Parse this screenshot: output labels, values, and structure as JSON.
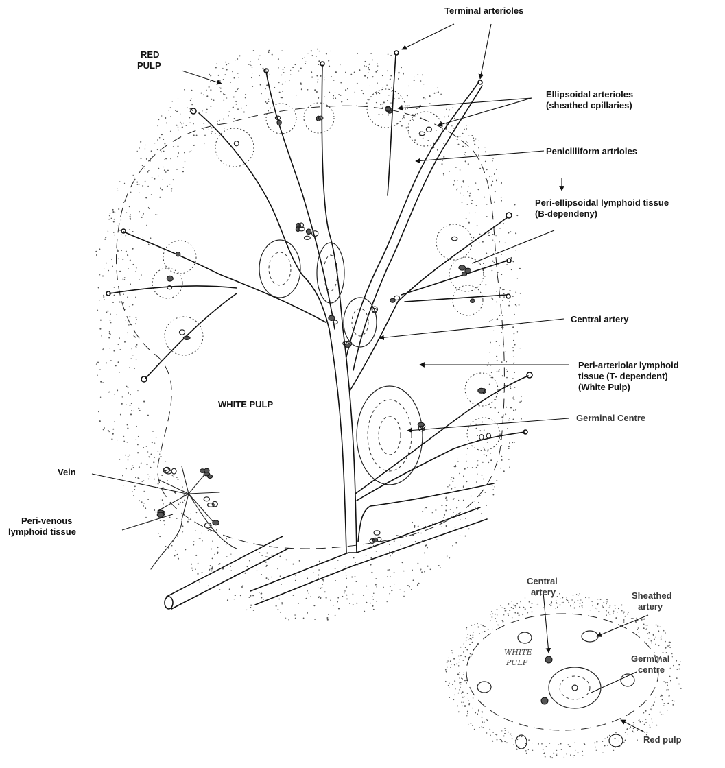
{
  "diagram": {
    "labels": {
      "terminal_arterioles": "Terminal arterioles",
      "red_pulp": [
        "RED",
        "PULP"
      ],
      "ellipsoidal_arterioles": [
        "Ellipsoidal arterioles",
        "(sheathed cpillaries)"
      ],
      "penicilliform_artrioles": "Penicilliform artrioles",
      "peri_ellipsoidal": [
        "Peri-ellipsoidal lymphoid tissue",
        "(B-dependeny)"
      ],
      "central_artery": "Central artery",
      "peri_arteriolar": [
        "Peri-arteriolar lymphoid",
        "tissue (T- dependent)",
        "(White Pulp)"
      ],
      "white_pulp": "WHITE PULP",
      "germinal_centre": "Germinal Centre",
      "vein": "Vein",
      "peri_venous": [
        "Peri-venous",
        "lymphoid tissue"
      ]
    },
    "inset_labels": {
      "central_artery": [
        "Central",
        "artery"
      ],
      "sheathed_artery": [
        "Sheathed",
        "artery"
      ],
      "germinal_centre": [
        "Germinal",
        "centre"
      ],
      "red_pulp": "Red pulp",
      "white_pulp_handwritten": [
        "WHITE",
        "PULP"
      ]
    }
  }
}
